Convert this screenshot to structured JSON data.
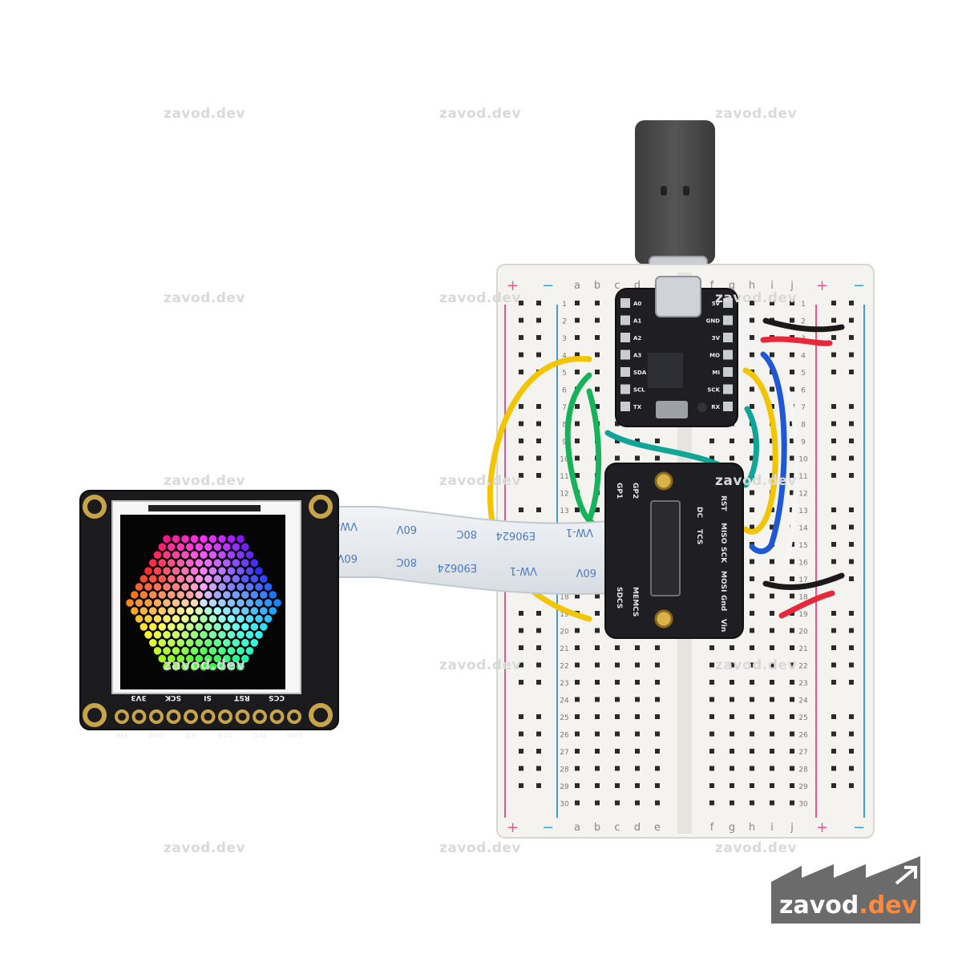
{
  "watermark": {
    "text": "zavod.dev",
    "rows": 5,
    "cols": 3
  },
  "logo": {
    "name": "zavod",
    "suffix": ".dev",
    "bg_color": "#6b6b6b",
    "accent_color": "#ff8a3d"
  },
  "breadboard": {
    "left_columns": [
      "a",
      "b",
      "c",
      "d",
      "e"
    ],
    "right_columns": [
      "f",
      "g",
      "h",
      "i",
      "j"
    ],
    "row_count": 30,
    "rail_plus": "+",
    "rail_minus": "−"
  },
  "display": {
    "pin_labels_top": [
      "Vin",
      "Gnd",
      "SO",
      "TCS",
      "D/C",
      "Lite"
    ],
    "pin_labels_bottom": [
      "3V3",
      "SCK",
      "SI",
      "RST",
      "CCS"
    ]
  },
  "ribbon_cable": {
    "print": [
      "VW-1",
      "60V",
      "80C",
      "E90624"
    ]
  },
  "adapter": {
    "labels": [
      "RST",
      "MISO",
      "SCK",
      "MOSI",
      "Gnd",
      "Vin",
      "DC",
      "TCS",
      "GP1",
      "GP2",
      "SDCS",
      "MEMCS"
    ]
  },
  "microcontroller": {
    "labels": [
      "A0",
      "A1",
      "A2",
      "A3",
      "SDA",
      "SCL",
      "TX",
      "5V",
      "GND",
      "3V",
      "MO",
      "MI",
      "SCK",
      "RX"
    ]
  },
  "colors": {
    "wire_yellow": "#f2c500",
    "wire_green": "#17b35a",
    "wire_teal": "#10a596",
    "wire_blue": "#1e58d6",
    "wire_red": "#e8283a",
    "wire_black": "#1a1a1a",
    "rail_red": "#e8558f",
    "rail_blue": "#3f9ad6"
  }
}
